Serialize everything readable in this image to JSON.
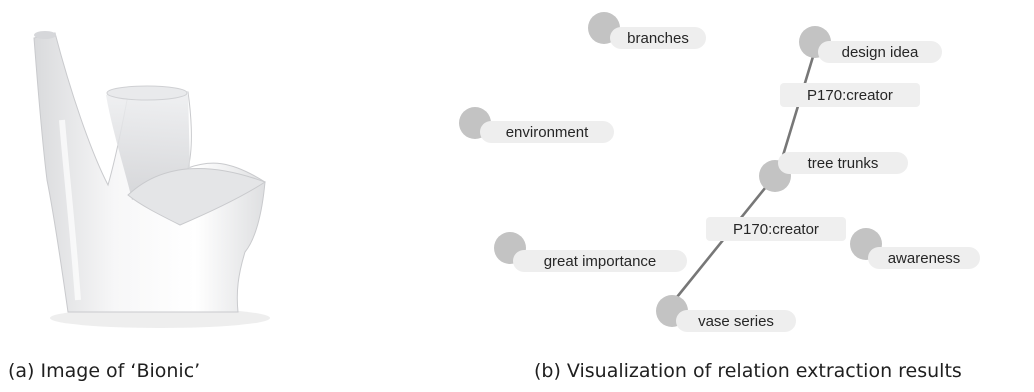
{
  "captions": {
    "image": "(a) Image of ‘Bionic’",
    "graph": "(b) Visualization of relation extraction results"
  },
  "nodes": {
    "branches": "branches",
    "design_idea": "design idea",
    "environment": "environment",
    "tree_trunks": "tree trunks",
    "great_importance": "great importance",
    "awareness": "awareness",
    "vase_series": "vase series"
  },
  "relations": {
    "upper": "P170:creator",
    "lower": "P170:creator"
  },
  "colors": {
    "node_circle": "#c3c3c3",
    "node_pill": "#eeeeee",
    "edge": "#777777"
  }
}
